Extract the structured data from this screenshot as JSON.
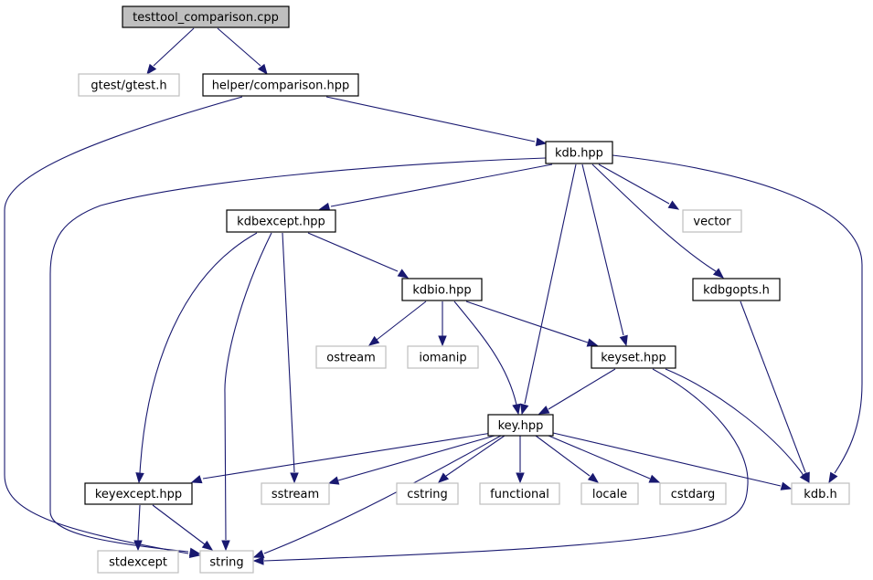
{
  "colors": {
    "edge": "#191970",
    "documented_border": "#000000",
    "external_border": "#bfbfbf",
    "root_fill": "#bfbfbf",
    "node_fill": "#ffffff"
  },
  "nodes": [
    {
      "id": "testtool_comparison",
      "label": "testtool_comparison.cpp",
      "kind": "root"
    },
    {
      "id": "gtest",
      "label": "gtest/gtest.h",
      "kind": "external"
    },
    {
      "id": "helper_comparison",
      "label": "helper/comparison.hpp",
      "kind": "documented"
    },
    {
      "id": "kdb_hpp",
      "label": "kdb.hpp",
      "kind": "documented"
    },
    {
      "id": "kdbexcept",
      "label": "kdbexcept.hpp",
      "kind": "documented"
    },
    {
      "id": "vector",
      "label": "vector",
      "kind": "external"
    },
    {
      "id": "kdbio",
      "label": "kdbio.hpp",
      "kind": "documented"
    },
    {
      "id": "kdbgopts",
      "label": "kdbgopts.h",
      "kind": "documented"
    },
    {
      "id": "ostream",
      "label": "ostream",
      "kind": "external"
    },
    {
      "id": "iomanip",
      "label": "iomanip",
      "kind": "external"
    },
    {
      "id": "keyset",
      "label": "keyset.hpp",
      "kind": "documented"
    },
    {
      "id": "key",
      "label": "key.hpp",
      "kind": "documented"
    },
    {
      "id": "keyexcept",
      "label": "keyexcept.hpp",
      "kind": "documented"
    },
    {
      "id": "sstream",
      "label": "sstream",
      "kind": "external"
    },
    {
      "id": "cstring",
      "label": "cstring",
      "kind": "external"
    },
    {
      "id": "functional",
      "label": "functional",
      "kind": "external"
    },
    {
      "id": "locale",
      "label": "locale",
      "kind": "external"
    },
    {
      "id": "cstdarg",
      "label": "cstdarg",
      "kind": "external"
    },
    {
      "id": "kdb_h",
      "label": "kdb.h",
      "kind": "external"
    },
    {
      "id": "stdexcept",
      "label": "stdexcept",
      "kind": "external"
    },
    {
      "id": "string",
      "label": "string",
      "kind": "external"
    }
  ],
  "edges": [
    {
      "from": "testtool_comparison",
      "to": "gtest"
    },
    {
      "from": "testtool_comparison",
      "to": "helper_comparison"
    },
    {
      "from": "helper_comparison",
      "to": "kdb_hpp"
    },
    {
      "from": "helper_comparison",
      "to": "string"
    },
    {
      "from": "kdb_hpp",
      "to": "kdbexcept"
    },
    {
      "from": "kdb_hpp",
      "to": "vector"
    },
    {
      "from": "kdb_hpp",
      "to": "kdbgopts"
    },
    {
      "from": "kdb_hpp",
      "to": "keyset"
    },
    {
      "from": "kdb_hpp",
      "to": "key"
    },
    {
      "from": "kdb_hpp",
      "to": "kdb_h"
    },
    {
      "from": "kdb_hpp",
      "to": "string"
    },
    {
      "from": "kdbexcept",
      "to": "kdbio"
    },
    {
      "from": "kdbexcept",
      "to": "keyexcept"
    },
    {
      "from": "kdbexcept",
      "to": "sstream"
    },
    {
      "from": "kdbexcept",
      "to": "string"
    },
    {
      "from": "kdbio",
      "to": "ostream"
    },
    {
      "from": "kdbio",
      "to": "iomanip"
    },
    {
      "from": "kdbio",
      "to": "keyset"
    },
    {
      "from": "kdbio",
      "to": "key"
    },
    {
      "from": "kdbgopts",
      "to": "kdb_h"
    },
    {
      "from": "keyset",
      "to": "key"
    },
    {
      "from": "keyset",
      "to": "kdb_h"
    },
    {
      "from": "keyset",
      "to": "string"
    },
    {
      "from": "key",
      "to": "keyexcept"
    },
    {
      "from": "key",
      "to": "sstream"
    },
    {
      "from": "key",
      "to": "cstring"
    },
    {
      "from": "key",
      "to": "functional"
    },
    {
      "from": "key",
      "to": "locale"
    },
    {
      "from": "key",
      "to": "cstdarg"
    },
    {
      "from": "key",
      "to": "kdb_h"
    },
    {
      "from": "key",
      "to": "string"
    },
    {
      "from": "keyexcept",
      "to": "stdexcept"
    },
    {
      "from": "keyexcept",
      "to": "string"
    }
  ]
}
